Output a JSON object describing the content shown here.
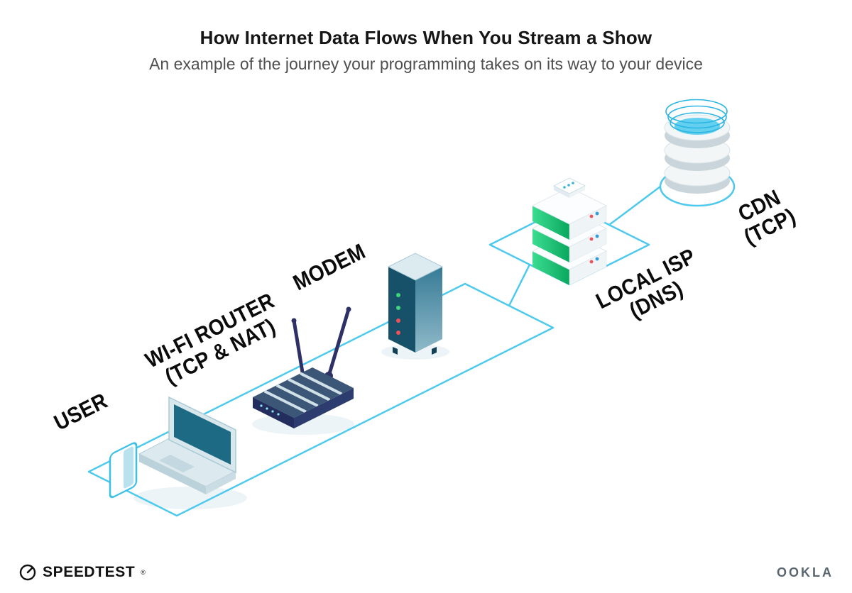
{
  "header": {
    "title": "How Internet Data Flows When You Stream a Show",
    "subtitle": "An example of the journey your programming takes on its way to your device"
  },
  "nodes": [
    {
      "id": "user",
      "label": "USER",
      "sublabel": ""
    },
    {
      "id": "wifi-router",
      "label": "WI-FI ROUTER",
      "sublabel": "(TCP & NAT)"
    },
    {
      "id": "modem",
      "label": "MODEM",
      "sublabel": ""
    },
    {
      "id": "local-isp",
      "label": "LOCAL ISP",
      "sublabel": "(DNS)"
    },
    {
      "id": "cdn",
      "label": "CDN",
      "sublabel": "(TCP)"
    }
  ],
  "devices": {
    "user": "smartphone-and-laptop",
    "wifi_router": "router-with-two-antennas",
    "modem": "vertical-modem-with-led-lights",
    "local_isp": "stacked-server-rack",
    "cdn": "database-cylinder-stack"
  },
  "footer": {
    "speedtest": "SPEEDTEST",
    "speedtest_mark": "®",
    "ookla": "OOKLA"
  },
  "colors": {
    "connection_line": "#4ec9ee",
    "title": "#161616",
    "subtitle": "#4f4f4f",
    "label": "#0b0b0b",
    "led_green": "#3fd67e",
    "led_red": "#ef5258",
    "status_blue": "#2d9cdb",
    "server_green": "#18c271",
    "device_teal": "#1c6a84",
    "router_navy": "#232d5e"
  }
}
